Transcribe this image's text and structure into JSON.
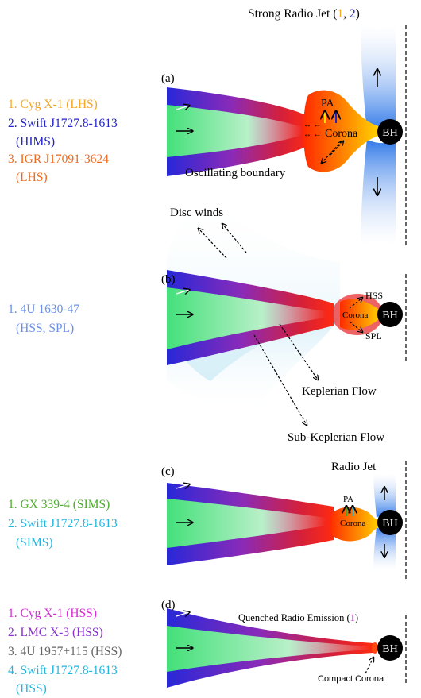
{
  "colors": {
    "orange": "#f5a623",
    "blue": "#2323c8",
    "deep_orange": "#f06a1e",
    "light_blue": "#6b8fe8",
    "green": "#4caf2a",
    "cyan": "#22b5e0",
    "magenta": "#d62ad6",
    "purple": "#8b2fd0",
    "gray": "#666666",
    "jet": "#4f8fe8",
    "bh": "#000000"
  },
  "top": {
    "title": "Strong Radio Jet (",
    "n1": "1",
    "comma": ", ",
    "n2": "2",
    "close": ")"
  },
  "panel_a": {
    "label": "(a)",
    "sources": [
      {
        "text": "1. Cyg X-1 (LHS)"
      },
      {
        "text": "2. Swift J1727.8-1613"
      },
      {
        "text": "(HIMS)"
      },
      {
        "text": "3. IGR J17091-3624"
      },
      {
        "text": "(LHS)"
      }
    ],
    "pa": "PA",
    "corona": "Corona",
    "bh": "BH",
    "annotation": "Oscillating boundary"
  },
  "panel_b": {
    "label": "(b)",
    "sources": [
      {
        "text": "1. 4U 1630-47"
      },
      {
        "text": "(HSS, SPL)"
      }
    ],
    "disc_winds": "Disc winds",
    "hss": "HSS",
    "spl": "SPL",
    "corona": "Corona",
    "bh": "BH",
    "keplerian": "Keplerian Flow",
    "sub_keplerian": "Sub-Keplerian Flow"
  },
  "panel_c": {
    "label": "(c)",
    "radio_jet": "Radio Jet",
    "sources": [
      {
        "text": "1. GX 339-4 (SIMS)"
      },
      {
        "text": "2. Swift J1727.8-1613"
      },
      {
        "text": "(SIMS)"
      }
    ],
    "pa": "PA",
    "corona": "Corona",
    "bh": "BH"
  },
  "panel_d": {
    "label": "(d)",
    "quenched": "Quenched Radio Emission (",
    "q_num": "1",
    "q_close": ")",
    "sources": [
      {
        "text": "1. Cyg X-1 (HSS)"
      },
      {
        "text": "2. LMC X-3 (HSS)"
      },
      {
        "text": "3. 4U 1957+115 (HSS)"
      },
      {
        "text": "4. Swift J1727.8-1613"
      },
      {
        "text": "(HSS)"
      }
    ],
    "bh": "BH",
    "compact": "Compact Corona"
  }
}
